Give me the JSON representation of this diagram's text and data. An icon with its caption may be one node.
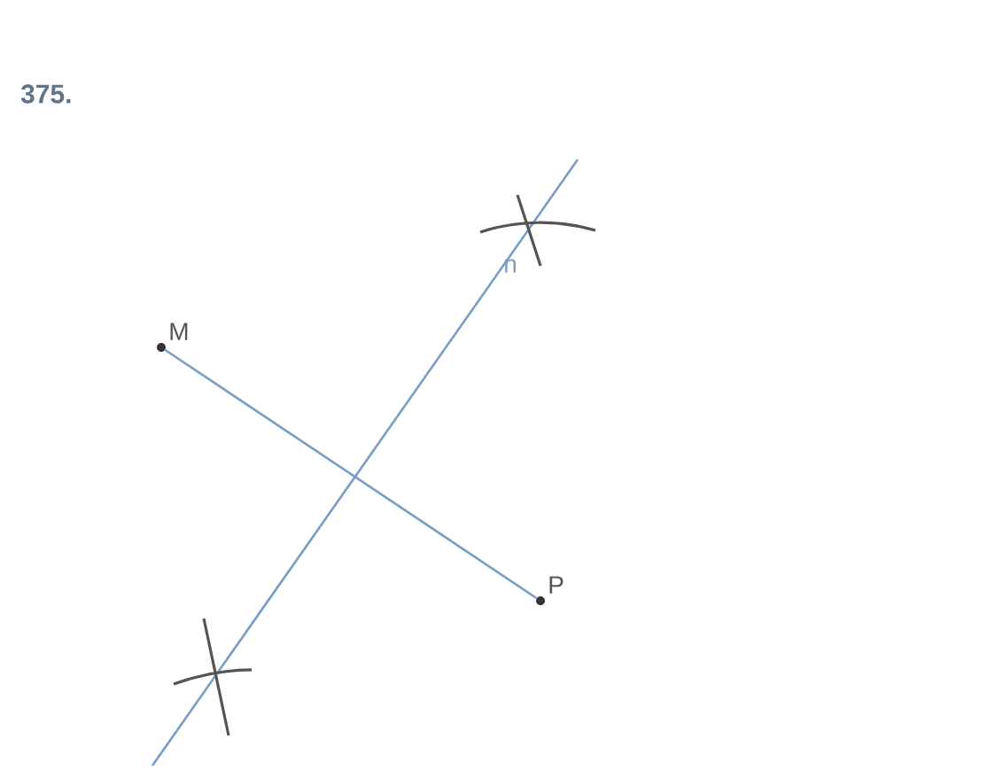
{
  "diagram": {
    "title": "375.",
    "nodes": [
      {
        "text": [
          "M"
        ]
      },
      {
        "text": [
          "P"
        ]
      }
    ],
    "edges": [
      {
        "from": 0,
        "to": 1,
        "arrow": "none"
      }
    ],
    "labels": [
      "n"
    ]
  }
}
